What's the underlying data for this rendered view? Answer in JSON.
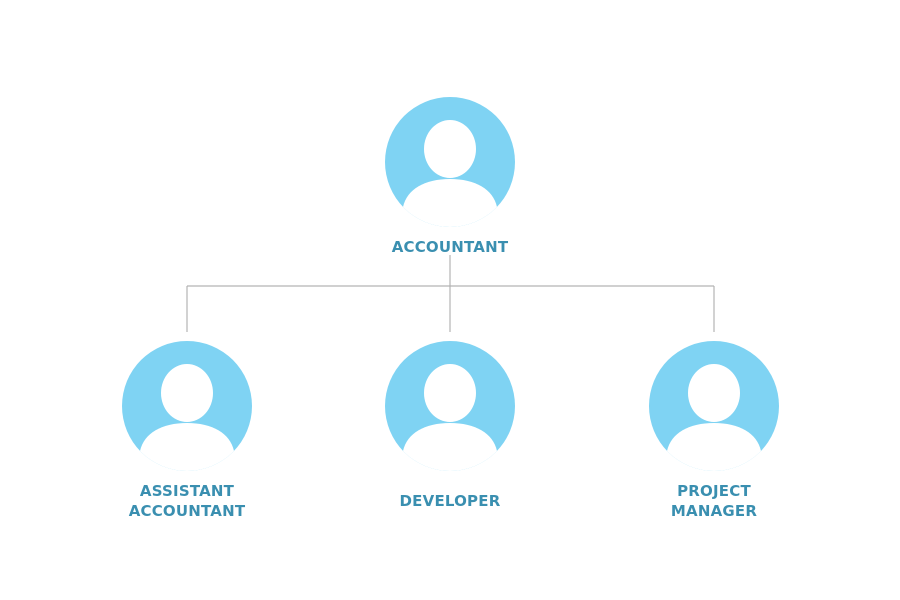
{
  "colors": {
    "avatar_fill": "#7fd3f3",
    "avatar_figure": "#ffffff",
    "label": "#3a8fb0",
    "connector": "#b3b3b3"
  },
  "root": {
    "label_lines": [
      "ACCOUNTANT"
    ],
    "icon": "person-icon"
  },
  "children": [
    {
      "label_lines": [
        "ASSISTANT",
        "ACCOUNTANT"
      ],
      "icon": "person-icon"
    },
    {
      "label_lines": [
        "DEVELOPER"
      ],
      "icon": "person-icon"
    },
    {
      "label_lines": [
        "PROJECT",
        "MANAGER"
      ],
      "icon": "person-icon"
    }
  ]
}
